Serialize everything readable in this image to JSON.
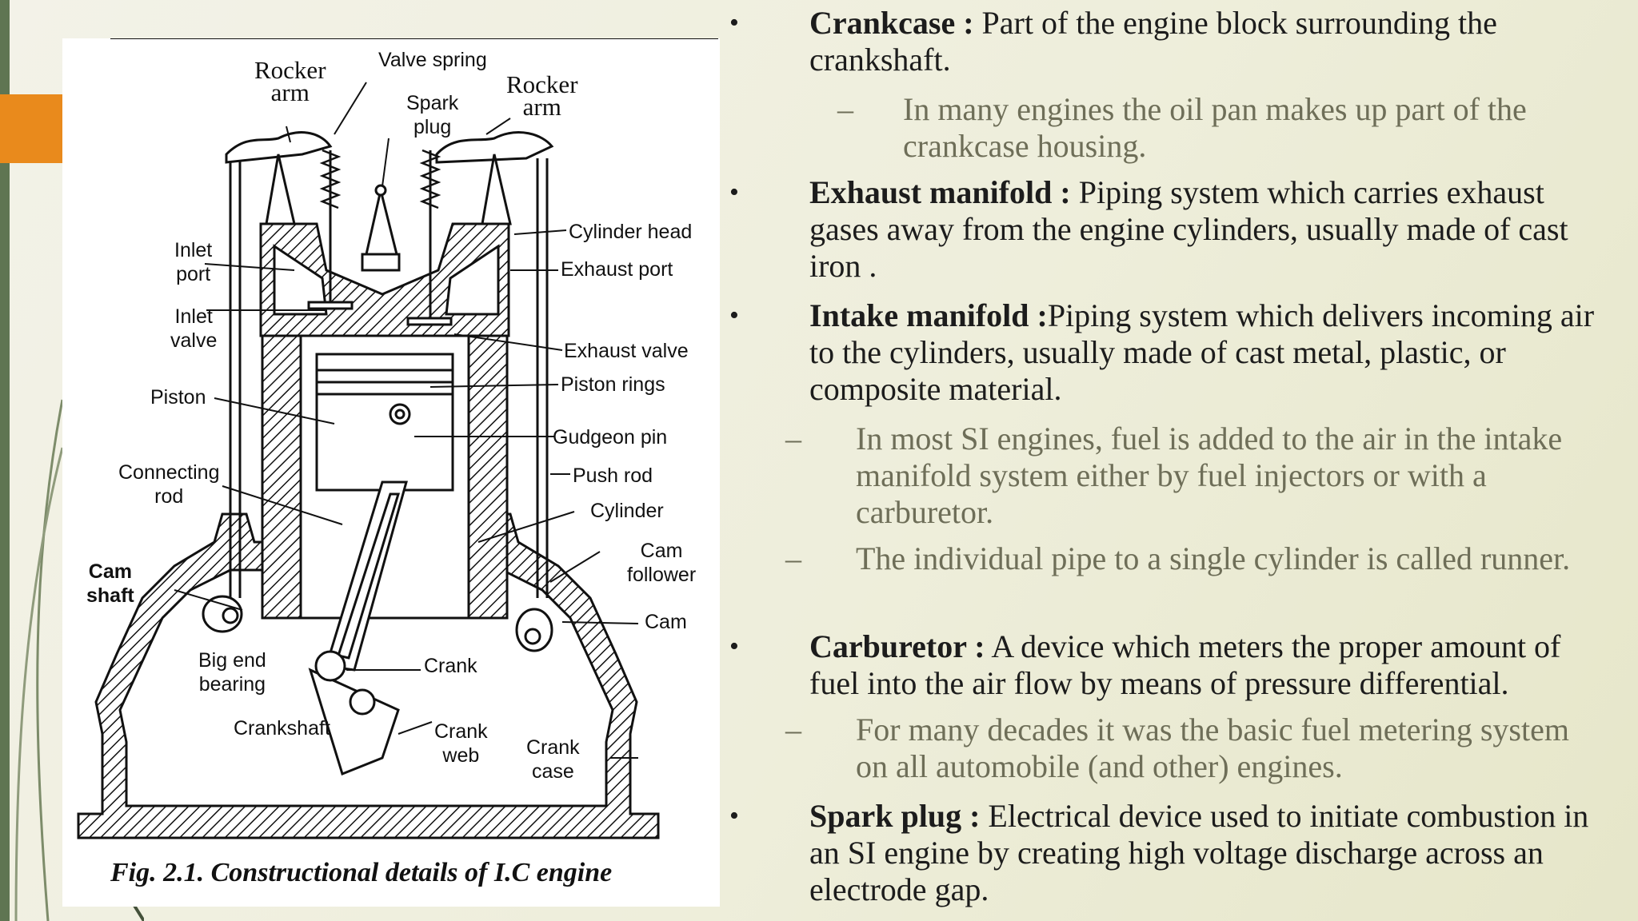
{
  "figure": {
    "caption": "Fig. 2.1. Constructional details of I.C engine",
    "labels": {
      "rocker_arm_left": "Rocker\narm",
      "valve_spring": "Valve spring",
      "spark_plug": "Spark\nplug",
      "rocker_arm_right": "Rocker\narm",
      "cylinder_head": "Cylinder head",
      "inlet_port": "Inlet\nport",
      "exhaust_port": "Exhaust port",
      "inlet_valve": "Inlet\nvalve",
      "exhaust_valve": "Exhaust valve",
      "piston": "Piston",
      "piston_rings": "Piston rings",
      "gudgeon_pin": "Gudgeon pin",
      "connecting_rod": "Connecting\nrod",
      "push_rod": "Push rod",
      "cylinder": "Cylinder",
      "cam_follower": "Cam\nfollower",
      "cam_shaft": "Cam\nshaft",
      "cam": "Cam",
      "big_end_bearing": "Big end\nbearing",
      "crank": "Crank",
      "crankshaft": "Crankshaft",
      "crank_web": "Crank\nweb",
      "crank_case": "Crank\ncase"
    }
  },
  "bullets": [
    {
      "term": "Crankcase :",
      "text": " Part of the engine block surrounding the crankshaft.",
      "subs": [
        "In many engines the oil pan makes up part of the crankcase housing."
      ]
    },
    {
      "term": "Exhaust manifold :",
      "text": " Piping system which carries exhaust gases away from the engine cylinders, usually made of cast iron .",
      "subs": []
    },
    {
      "term": "Intake manifold :",
      "text": "Piping system which delivers incoming air to the cylinders, usually made of cast metal, plastic, or composite material.",
      "subs": [
        "In most SI engines, fuel is added to the air in the intake manifold system either by fuel injectors or with a carburetor.",
        "The individual pipe to a single cylinder is called runner."
      ]
    },
    {
      "term": "Carburetor :",
      "text": " A device which meters the proper amount of fuel into the air flow by means of pressure differential.",
      "subs": [
        "For many decades it was the basic fuel metering system on all automobile (and other) engines."
      ]
    },
    {
      "term": "Spark plug :",
      "text": "  Electrical device used to initiate combustion in an SI engine by creating high voltage discharge across an electrode gap.",
      "subs": []
    }
  ],
  "bullet_glyph": "•",
  "dash_glyph": "–"
}
